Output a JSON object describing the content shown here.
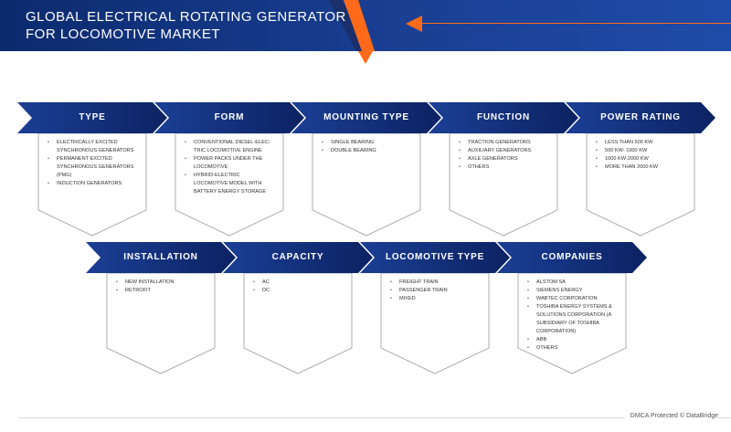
{
  "header": {
    "title_line1": "GLOBAL ELECTRICAL ROTATING GENERATOR",
    "title_line2": "FOR LOCOMOTIVE MARKET",
    "accent_color": "#ff6a1a",
    "background_color": "#143585"
  },
  "stages": [
    {
      "label": "TYPE",
      "items": [
        "ELECTRICALLY EXCITED SYNCHRONOUS GENERATORS",
        "PERMANENT EXCITED SYNCHRONOUS GENERATORS (PMG)",
        "INDUCTION GENERATORS"
      ]
    },
    {
      "label": "FORM",
      "items": [
        "CONVENTIONAL DIESEL-ELEC-TRIC LOCOMOTIVE ENGINE",
        "POWER PACKS UNDER THE LOCOMOTIVE",
        "HYBRID-ELECTRIC LOCOMOTIVE MODEL WITH BATTERY ENERGY STORAGE"
      ]
    },
    {
      "label": "MOUNTING TYPE",
      "items": [
        "SINGLE BEARING",
        "DOUBLE BEARING"
      ]
    },
    {
      "label": "FUNCTION",
      "items": [
        "TRACTION GENERATORS",
        "AUXILIARY GENERATORS",
        "AXLE GENERATORS",
        "OTHERS"
      ]
    },
    {
      "label": "POWER RATING",
      "items": [
        "LESS THAN 500 KW",
        "500 KW- 1000 KW",
        "1000 KW-2000 KW",
        "MORE THAN 2000 KW"
      ]
    },
    {
      "label": "INSTALLATION",
      "items": [
        "NEW INSTALLATION",
        "RETROFIT"
      ]
    },
    {
      "label": "CAPACITY",
      "items": [
        "AC",
        "DC"
      ]
    },
    {
      "label": "LOCOMOTIVE TYPE",
      "items": [
        "FREIGHT TRAIN",
        "PASSENGER TRAIN",
        "MIXED"
      ]
    },
    {
      "label": "COMPANIES",
      "items": [
        "ALSTOM SA",
        "SIEMENS ENERGY",
        "WABTEC CORPORATION",
        "TOSHIBA ENERGY SYSTEMS & SOLUTIONS CORPORATION (A SUBSIDIARY OF TOSHIBA CORPORATION)",
        "ABB",
        "OTHERS"
      ]
    }
  ],
  "footer": {
    "text": "DMCA Protected © DataBridge"
  }
}
